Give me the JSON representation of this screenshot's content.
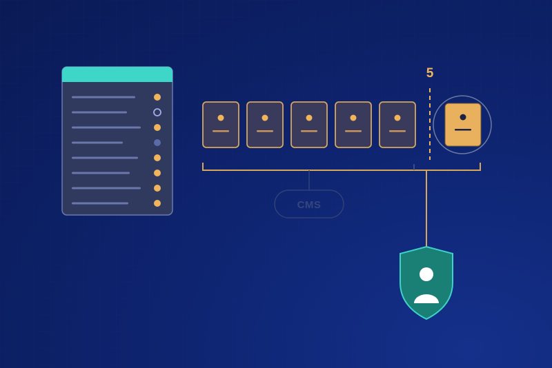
{
  "colors": {
    "accent_orange": "#f0b45c",
    "teal_header": "#3dd6c8",
    "shield_green": "#1a7f74",
    "shield_border": "#3fd2c7",
    "card_fill": "#3a3a5c",
    "highlight_card_fill": "#e9b15e",
    "connector": "#d9a75c",
    "cms_stroke": "#2f4276"
  },
  "list_panel": {
    "rows": [
      {
        "status": "filled"
      },
      {
        "status": "ring"
      },
      {
        "status": "filled"
      },
      {
        "status": "muted"
      },
      {
        "status": "filled"
      },
      {
        "status": "filled"
      },
      {
        "status": "filled"
      },
      {
        "status": "filled"
      }
    ]
  },
  "cards": {
    "count": 5,
    "limit_label": "5",
    "highlighted_icon": "user-card-icon"
  },
  "cms_label": "CMS",
  "shield_icon": "user-shield-icon"
}
